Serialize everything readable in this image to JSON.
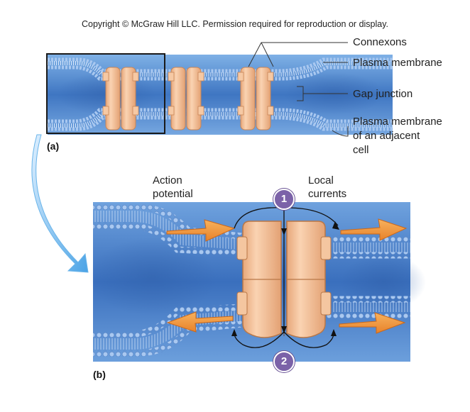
{
  "copyright": "Copyright © McGraw Hill LLC. Permission required for reproduction or display.",
  "panel_a": {
    "tag": "(a)",
    "labels": {
      "connexons": "Connexons",
      "plasma_membrane": "Plasma membrane",
      "gap_junction": "Gap junction",
      "adjacent_line1": "Plasma membrane",
      "adjacent_line2": "of an adjacent",
      "adjacent_line3": "cell"
    }
  },
  "panel_b": {
    "tag": "(b)",
    "action_potential_line1": "Action",
    "action_potential_line2": "potential",
    "local_currents_line1": "Local",
    "local_currents_line2": "currents",
    "step1": "1",
    "step2": "2"
  },
  "colors": {
    "background_blue": "#4f86cc",
    "membrane_blue": "#8fb4e6",
    "connexon_peach": "#f4c29a",
    "arrow_orange": "#f19a3e",
    "step_purple": "#7b62a8"
  }
}
